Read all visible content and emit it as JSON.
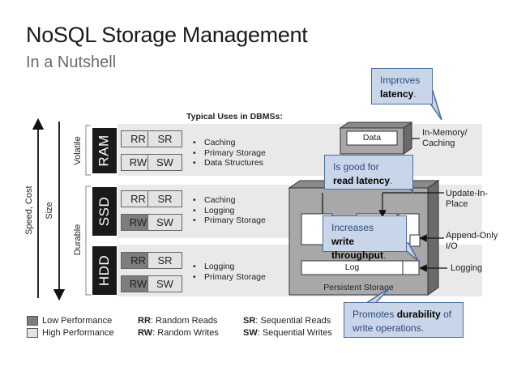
{
  "title": "NoSQL Storage Management",
  "subtitle": "In a Nutshell",
  "typical_uses_title": "Typical Uses in DBMSs:",
  "axis": {
    "speed_cost": "Speed, Cost",
    "size": "Size",
    "volatile": "Volatile",
    "durable": "Durable"
  },
  "tiers": [
    {
      "name": "RAM",
      "cells": [
        "RR",
        "SR",
        "RW",
        "SW"
      ],
      "uses": [
        "Caching",
        "Primary Storage",
        "Data Structures"
      ]
    },
    {
      "name": "SSD",
      "cells": [
        "RR",
        "SR",
        "RW",
        "SW"
      ],
      "uses": [
        "Caching",
        "Logging",
        "Primary Storage"
      ]
    },
    {
      "name": "HDD",
      "cells": [
        "RR",
        "SR",
        "RW",
        "SW"
      ],
      "uses": [
        "Logging",
        "Primary Storage"
      ]
    }
  ],
  "diagram": {
    "data_label": "Data",
    "log_label": "Log",
    "persistent_storage": "Persistent Storage"
  },
  "right_labels": {
    "in_memory_1": "In-Memory/",
    "in_memory_2": "Caching",
    "update_1": "Update-In-",
    "update_2": "Place",
    "append_1": "Append-Only",
    "append_2": "I/O",
    "logging": "Logging"
  },
  "callouts": {
    "latency": {
      "pre": "Improves",
      "bold": "latency",
      "post": "."
    },
    "read_latency": {
      "pre": "Is good for",
      "bold": "read latency",
      "post": "."
    },
    "write_throughput": {
      "pre": "Increases",
      "bold1": "write",
      "bold2": "throughput",
      "post": "."
    },
    "durability": {
      "pre": "Promotes",
      "bold": "durability",
      "post": "of",
      "line2": "write operations."
    }
  },
  "legend": {
    "low": "Low  Performance",
    "high": "High Performance",
    "rr_key": "RR",
    "rr_val": ": Random Reads",
    "rw_key": "RW",
    "rw_val": ": Random Writes",
    "sr_key": "SR",
    "sr_val": ": Sequential Reads",
    "sw_key": "SW",
    "sw_val": ": Sequential Writes"
  },
  "colors": {
    "high_perf": "#e3e3e3",
    "low_perf": "#7d7d7d",
    "callout_fill": "#c9d5e8",
    "callout_border": "#4c6c9c"
  }
}
